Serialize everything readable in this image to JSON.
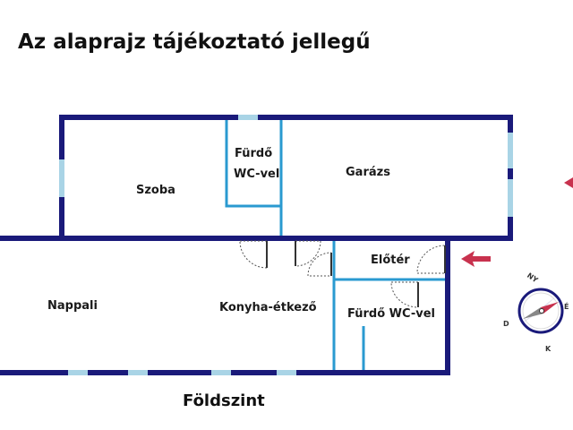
{
  "title": "Az alaprajz tájékoztató jellegű",
  "rooms": {
    "szoba": "Szoba",
    "furdo_upper_line1": "Fürdő",
    "furdo_upper_line2": "WC-vel",
    "garazs": "Garázs",
    "nappali": "Nappali",
    "konyha": "Konyha-étkező",
    "eloter": "Előtér",
    "furdo_lower": "Fürdő WC-vel"
  },
  "floor_label": "Földszint",
  "compass": {
    "n": "NY",
    "e": "É",
    "s": "K",
    "w": "D"
  },
  "colors": {
    "outer_wall": "#1a1a7a",
    "inner_wall": "#2a9ad0",
    "window": "#a9d4e6",
    "entrance_arrow": "#c8324e"
  },
  "icons": {
    "entrance": "entrance-arrow-icon",
    "compass": "compass-icon"
  }
}
